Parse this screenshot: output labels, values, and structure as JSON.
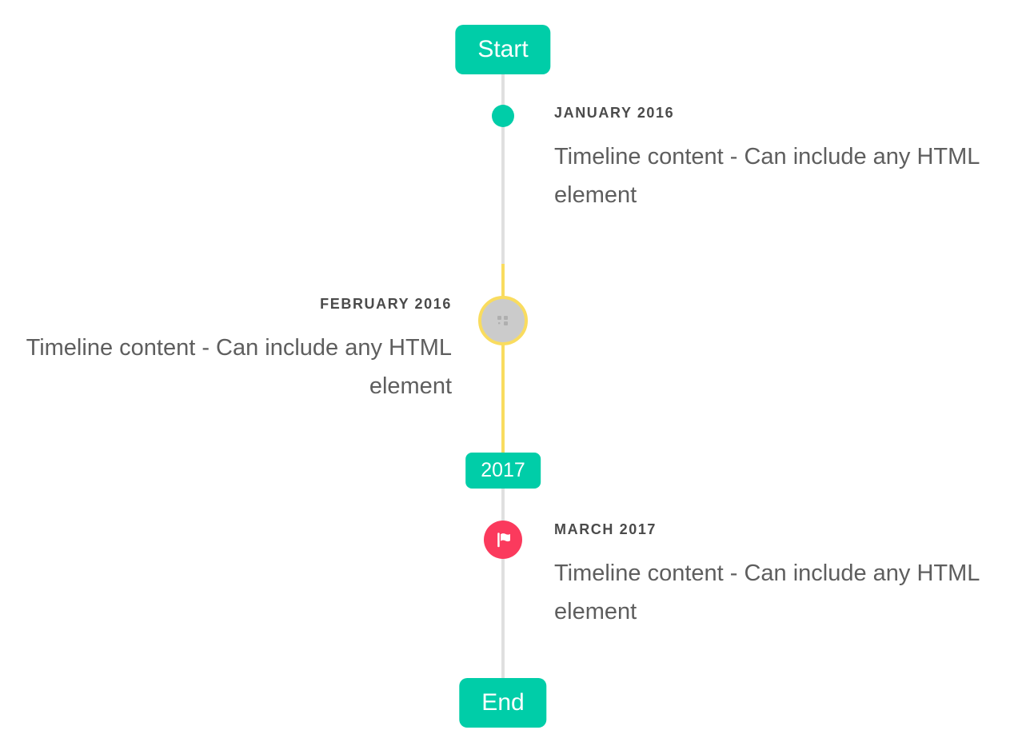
{
  "timeline": {
    "start_label": "Start",
    "end_label": "End",
    "year_divider": "2017",
    "items": [
      {
        "title": "JANUARY 2016",
        "content": "Timeline content - Can include any HTML element",
        "side": "right",
        "marker": "teal-dot"
      },
      {
        "title": "FEBRUARY 2016",
        "content": "Timeline content - Can include any HTML element",
        "side": "left",
        "marker": "avatar-with-yellow-ring"
      },
      {
        "title": "MARCH 2017",
        "content": "Timeline content - Can include any HTML element",
        "side": "right",
        "marker": "red-flag"
      }
    ],
    "icons": {
      "flag": "flag-icon",
      "avatar_placeholder": "broken-image-icon"
    },
    "colors": {
      "accent_teal": "#00cda8",
      "highlight_yellow": "#f9dc5f",
      "flag_red": "#fb3a5d",
      "line_gray": "#e0e0e0",
      "avatar_gray": "#cbcbcb",
      "title_text": "#4a4a4a",
      "content_text": "#5e5e5e"
    }
  }
}
